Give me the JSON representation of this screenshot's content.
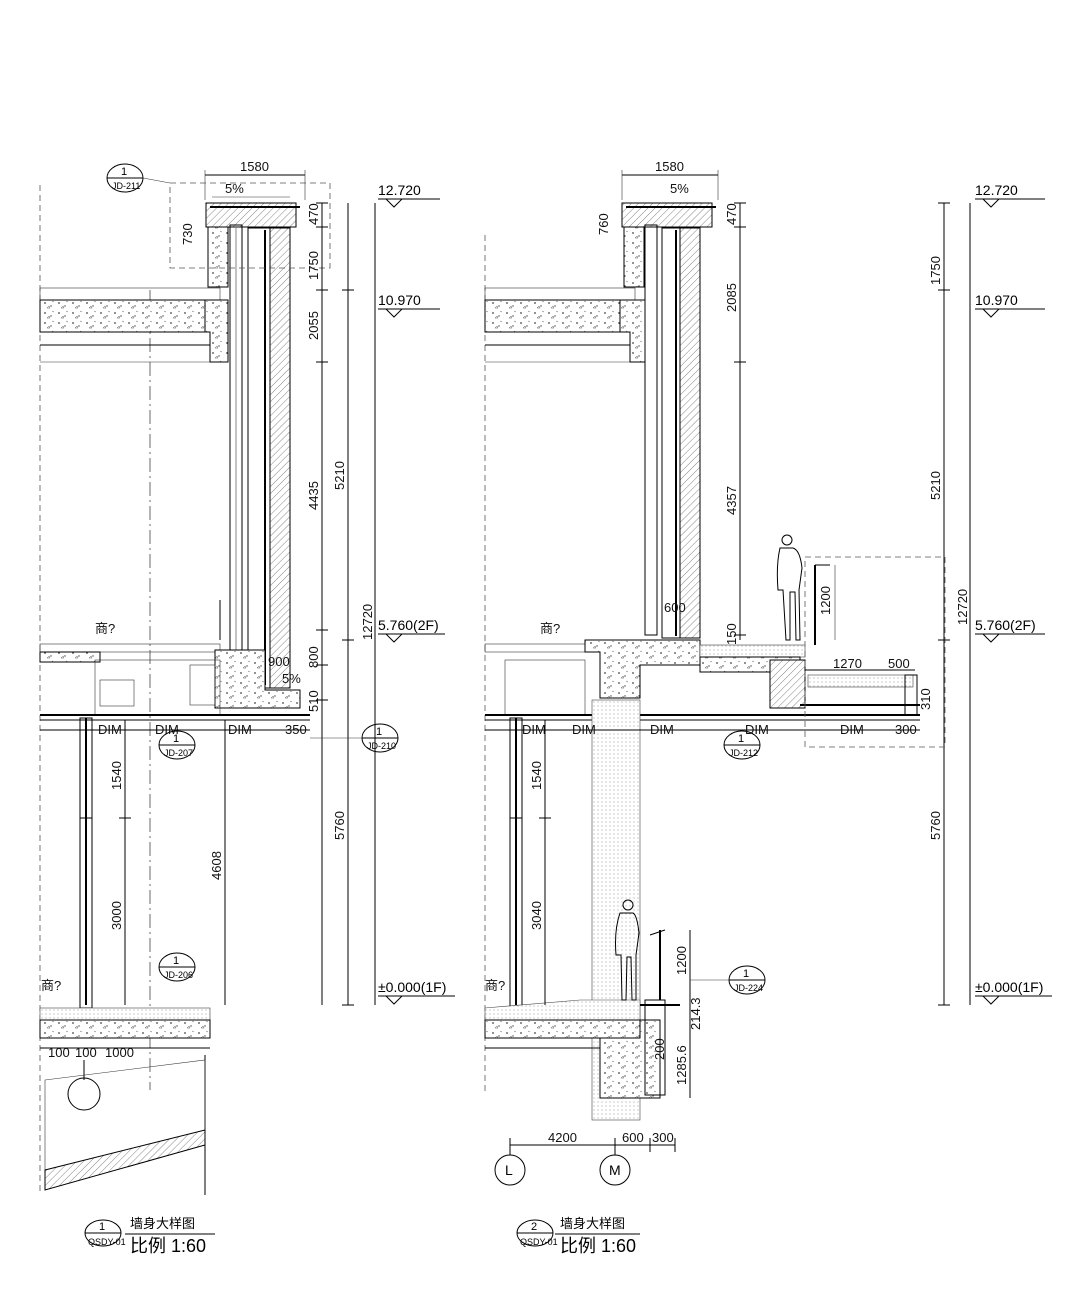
{
  "drawing_1": {
    "top_width": "1580",
    "slope": "5%",
    "dim_parapet_left": "730",
    "dim_parapet_right": "470",
    "dim_1750": "1750",
    "dim_2055": "2055",
    "dim_5210": "5210",
    "dim_4435": "4435",
    "dim_12720": "12720",
    "dim_800": "800",
    "dim_510": "510",
    "dim_350": "350",
    "dim_900": "900",
    "dim_1540": "1540",
    "dim_4608": "4608",
    "dim_3000": "3000",
    "dim_5760": "5760",
    "dim_bottom": [
      "100",
      "100",
      "1000"
    ],
    "dim_labels": [
      "DIM",
      "DIM",
      "DIM"
    ],
    "sill_slope": "5%",
    "elevations": [
      "12.720",
      "10.970",
      "5.760(2F)",
      "±0.000(1F)"
    ],
    "callouts": [
      {
        "num": "1",
        "ref": "JD-211"
      },
      {
        "num": "1",
        "ref": "JD-207"
      },
      {
        "num": "1",
        "ref": "JD-210"
      },
      {
        "num": "1",
        "ref": "JD-206"
      }
    ],
    "room_label_2f": "商?",
    "room_label_1f": "商?",
    "title": {
      "num": "1",
      "code": "QSDY-01",
      "name": "墙身大样图",
      "scale": "比例 1:60"
    }
  },
  "drawing_2": {
    "top_width": "1580",
    "slope": "5%",
    "dim_parapet_left": "760",
    "dim_parapet_right": "470",
    "dim_1750": "1750",
    "dim_2085": "2085",
    "dim_5210": "5210",
    "dim_4357": "4357",
    "dim_12720": "12720",
    "dim_600": "600",
    "dim_150": "150",
    "dim_1200_top": "1200",
    "dim_1270": "1270",
    "dim_500": "500",
    "dim_310": "310",
    "dim_300_top": "300",
    "dim_1540": "1540",
    "dim_3040": "3040",
    "dim_5760": "5760",
    "dim_1200_bottom": "1200",
    "dim_214": "214.3",
    "dim_200": "200",
    "dim_1285": "1285.6",
    "dim_bottom": [
      "4200",
      "600",
      "300"
    ],
    "dim_labels": [
      "DIM",
      "DIM",
      "DIM",
      "DIM",
      "DIM"
    ],
    "elevations": [
      "12.720",
      "10.970",
      "5.760(2F)",
      "±0.000(1F)"
    ],
    "callouts": [
      {
        "num": "1",
        "ref": "JD-212"
      },
      {
        "num": "1",
        "ref": "JD-224"
      }
    ],
    "grid_axes": [
      "L",
      "M"
    ],
    "room_label_2f": "商?",
    "room_label_1f": "商?",
    "title": {
      "num": "2",
      "code": "QSDY-01",
      "name": "墙身大样图",
      "scale": "比例 1:60"
    }
  }
}
